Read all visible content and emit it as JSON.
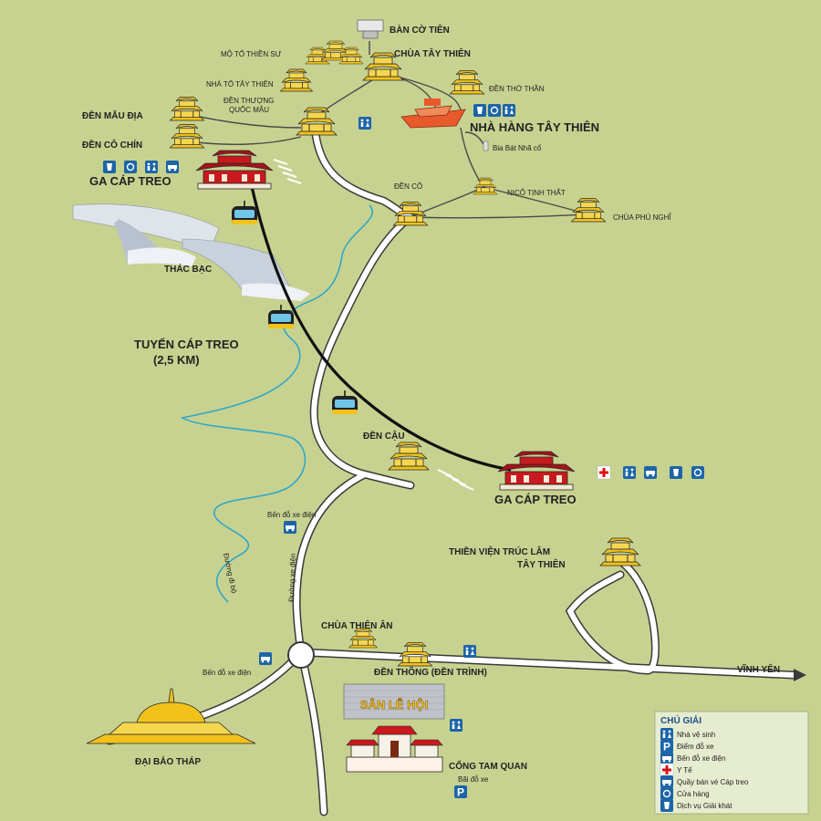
{
  "places": {
    "ban_co_tien": "BÀN CỜ TIÊN",
    "mo_to_thien_su": "MỘ TỔ THIỀN SƯ",
    "chua_tay_thien": "CHÙA TÂY THIÊN",
    "nha_to_tay_thien": "NHÀ TỔ TÂY THIÊN",
    "den_thuong_quoc_mau_1": "ĐỀN THƯỢNG",
    "den_thuong_quoc_mau_2": "QUỐC MẪU",
    "den_tho_than": "ĐỀN THỜ THẦN",
    "nha_hang_tay_thien": "NHÀ HÀNG TÂY THIÊN",
    "bia_bat_nha_co": "Bia Bát Nhã cổ",
    "den_mau_dia": "ĐỀN MẪU ĐỊA",
    "den_co_chin": "ĐỀN CÔ CHÍN",
    "ga_cap_treo_top": "GA CÁP TREO",
    "den_co": "ĐỀN CÔ",
    "nico_tinh_that": "NICÔ TỊNH THẤT",
    "chua_phu_nghi": "CHÙA PHÚ NGHĨ",
    "thac_bac": "THÁC BẠC",
    "tuyen_cap_treo_1": "TUYẾN CÁP TREO",
    "tuyen_cap_treo_2": "(2,5 KM)",
    "den_cau": "ĐỀN CẬU",
    "ga_cap_treo_bottom": "GA CÁP TREO",
    "thien_vien_1": "THIỀN VIỆN TRÚC LÂM",
    "thien_vien_2": "TÂY THIÊN",
    "ben_do_xe_dien_top": "Bến đỗ xe điện",
    "duong_xe_dien": "Đường xe điện",
    "duong_di_bo": "Đường đi bộ",
    "chua_thien_an": "CHÙA THIÊN ÂN",
    "den_thong": "ĐỀN THÕNG (ĐỀN TRÌNH)",
    "vinh_yen": "VĨNH YÊN",
    "ben_do_xe_dien_bottom": "Bến đỗ xe điện",
    "san_le_hoi": "SÂN LỄ HỘI",
    "dai_bao_thap": "ĐẠI BẢO THÁP",
    "cong_tam_quan": "CỔNG TAM QUAN",
    "bai_do_xe": "Bãi đỗ xe"
  },
  "legend": {
    "title": "CHÚ GIẢI",
    "items": [
      {
        "icon": "restroom-icon",
        "label": "Nhà vệ sinh"
      },
      {
        "icon": "parking-icon",
        "label": "Điểm đỗ xe"
      },
      {
        "icon": "electric-car-icon",
        "label": "Bến đỗ xe điện"
      },
      {
        "icon": "medical-cross-icon",
        "label": "Y Tế"
      },
      {
        "icon": "cable-car-ticket-icon",
        "label": "Quầy bán vé Cáp treo"
      },
      {
        "icon": "shop-icon",
        "label": "Cửa hàng"
      },
      {
        "icon": "drink-icon",
        "label": "Dịch vụ Giải khát"
      }
    ]
  },
  "colors": {
    "background": "#c7d290",
    "road": "#ffffff",
    "road_edge": "#3a3a3a",
    "stream": "#2fa7c9",
    "cable": "#111111",
    "temple_gold": "#f2c21b",
    "station_red": "#c8191e",
    "icon_blue": "#1d65a8",
    "legend_bg": "#e6ecd0",
    "legend_title": "#1d4f8a"
  }
}
